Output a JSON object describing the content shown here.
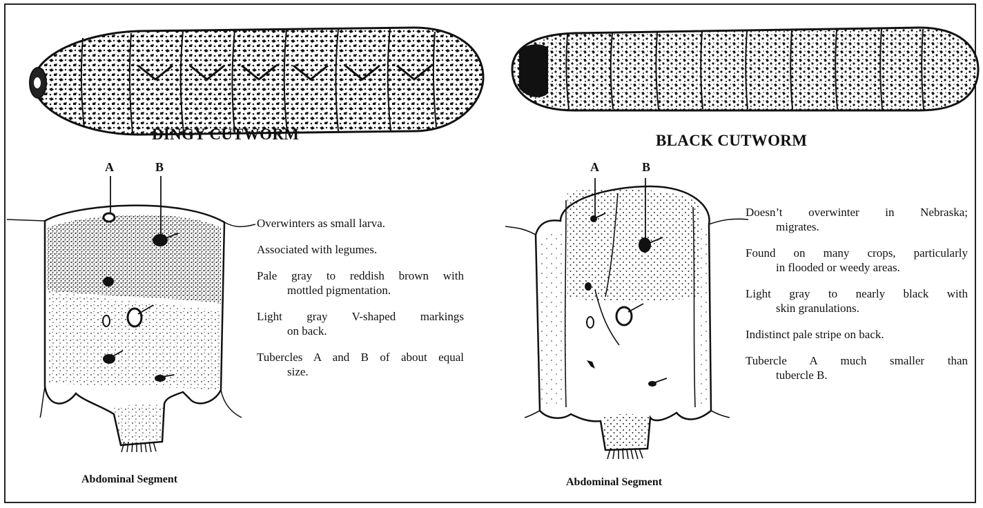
{
  "left": {
    "title": "DINGY CUTWORM",
    "tubercle_a": "A",
    "tubercle_b": "B",
    "caption": "Abdominal Segment",
    "notes": [
      {
        "l1": "Overwinters as small larva.",
        "l2": ""
      },
      {
        "l1": "Associated with legumes.",
        "l2": ""
      },
      {
        "l1": "Pale gray to reddish brown with",
        "l2": "mottled pigmentation."
      },
      {
        "l1": "Light gray V-shaped markings",
        "l2": "on back."
      },
      {
        "l1": "Tubercles A and B of about equal",
        "l2": "size."
      }
    ]
  },
  "right": {
    "title": "BLACK CUTWORM",
    "tubercle_a": "A",
    "tubercle_b": "B",
    "caption": "Abdominal Segment",
    "notes": [
      {
        "l1": "Doesn’t overwinter in Nebraska;",
        "l2": "migrates."
      },
      {
        "l1": "Found on many crops, particularly",
        "l2": "in flooded or weedy areas."
      },
      {
        "l1": "Light gray to nearly black with",
        "l2": "skin granulations."
      },
      {
        "l1": "Indistinct pale stripe on back.",
        "l2": ""
      },
      {
        "l1": "Tubercle A much smaller than",
        "l2": "tubercle B."
      }
    ]
  }
}
